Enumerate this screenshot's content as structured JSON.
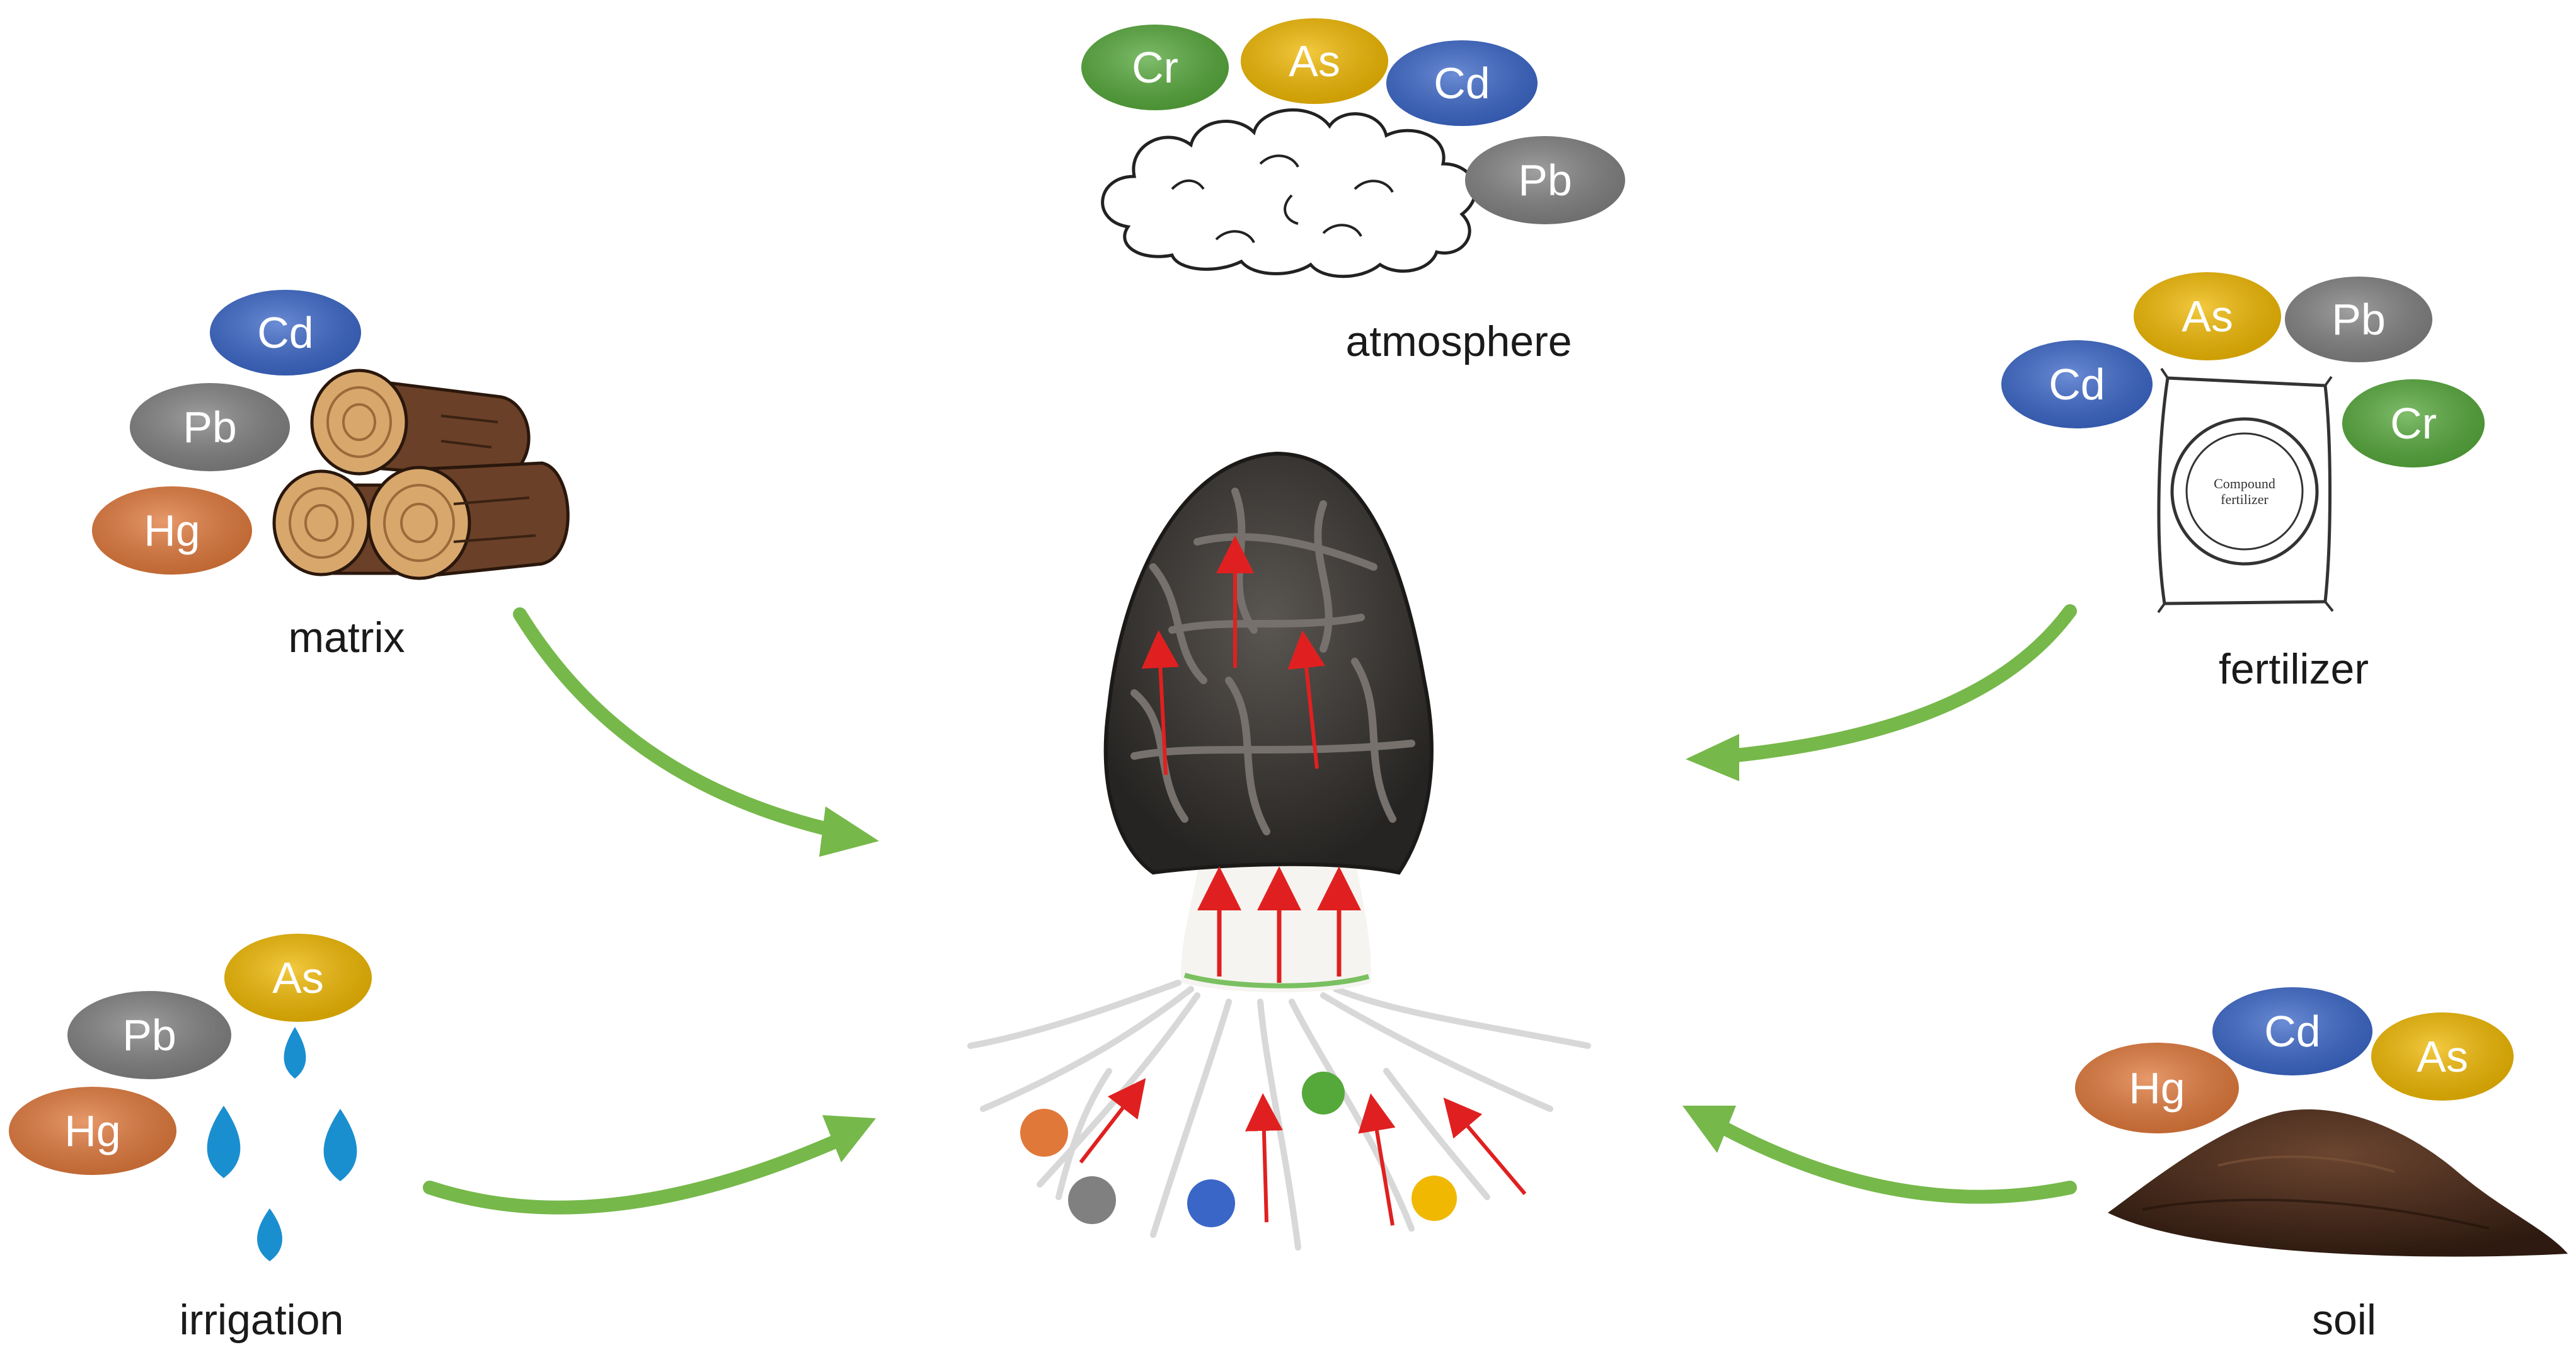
{
  "colors": {
    "Cd": "#3a66c8",
    "Pb": "#808080",
    "Hg": "#e0783a",
    "As": "#f0b800",
    "Cr": "#55a83a",
    "arrow": "#76b84a",
    "red_arrow": "#e02020",
    "morel_dark": "#3e3c3a",
    "stem": "#f6f4f0",
    "soil": "#4a2c1c",
    "wood": "#6a4028",
    "wood_end": "#d8a76c",
    "water": "#1a8fd0"
  },
  "sources": {
    "atmosphere": {
      "label": "atmosphere",
      "metals": [
        "Cr",
        "As",
        "Cd",
        "Pb"
      ]
    },
    "matrix": {
      "label": "matrix",
      "metals": [
        "Cd",
        "Pb",
        "Hg"
      ]
    },
    "fertilizer": {
      "label": "fertilizer",
      "metals": [
        "As",
        "Pb",
        "Cd",
        "Cr"
      ],
      "bag_text": [
        "Compound",
        "fertilizer"
      ]
    },
    "irrigation": {
      "label": "irrigation",
      "metals": [
        "As",
        "Pb",
        "Hg"
      ]
    },
    "soil": {
      "label": "soil",
      "metals": [
        "Cd",
        "Hg",
        "As"
      ]
    }
  },
  "icons": {
    "atmosphere": "cloud-icon",
    "matrix": "log-pile-icon",
    "fertilizer": "fertilizer-bag-icon",
    "irrigation": "water-drops-icon",
    "soil": "soil-mound-icon",
    "center": "morel-mushroom-icon"
  }
}
